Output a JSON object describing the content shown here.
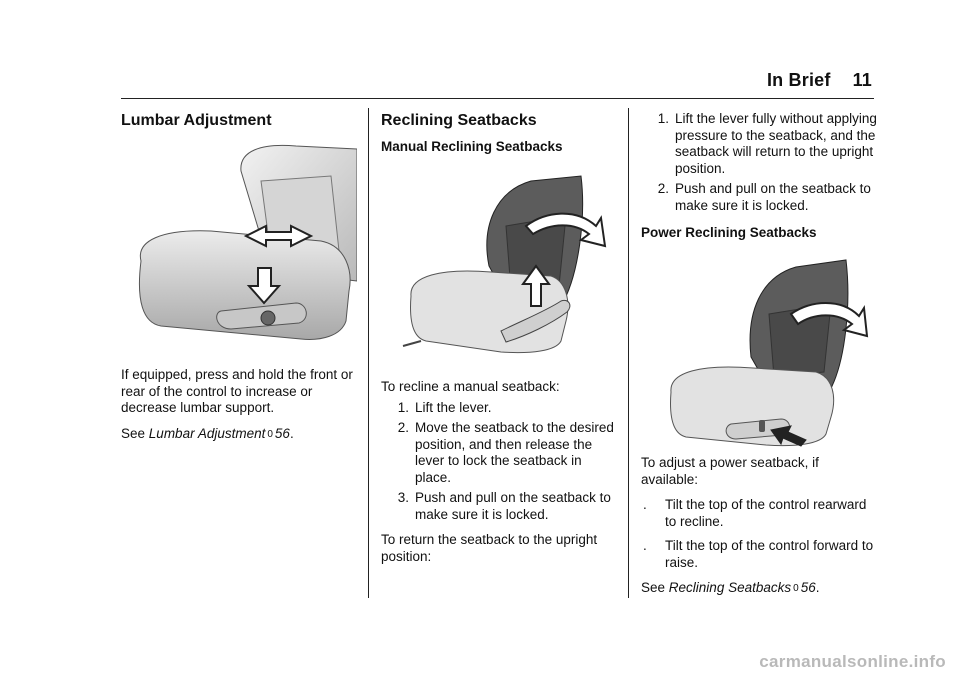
{
  "header": {
    "section": "In Brief",
    "page_number": "11"
  },
  "lumbar": {
    "heading": "Lumbar Adjustment",
    "figure_icon": "seat-lumbar-illustration",
    "body": "If equipped, press and hold the front or rear of the control to increase or decrease lumbar support.",
    "see_prefix": "See",
    "see_ref": "Lumbar Adjustment",
    "see_page": "56",
    "see_suffix": "."
  },
  "reclining": {
    "heading": "Reclining Seatbacks",
    "manual_heading": "Manual Reclining Seatbacks",
    "manual_figure_icon": "manual-recline-seat-illustration",
    "manual_intro": "To recline a manual seatback:",
    "manual_steps": [
      {
        "num": "1.",
        "text": "Lift the lever."
      },
      {
        "num": "2.",
        "text": "Move the seatback to the desired position, and then release the lever to lock the seatback in place."
      },
      {
        "num": "3.",
        "text": "Push and pull on the seatback to make sure it is locked."
      }
    ],
    "return_intro": "To return the seatback to the upright position:",
    "return_steps": [
      {
        "num": "1.",
        "text": "Lift the lever fully without applying pressure to the seatback, and the seatback will return to the upright position."
      },
      {
        "num": "2.",
        "text": "Push and pull on the seatback to make sure it is locked."
      }
    ],
    "power_heading": "Power Reclining Seatbacks",
    "power_figure_icon": "power-recline-seat-illustration",
    "power_intro": "To adjust a power seatback, if available:",
    "power_bullets": [
      {
        "dot": ".",
        "text": "Tilt the top of the control rearward to recline."
      },
      {
        "dot": ".",
        "text": "Tilt the top of the control forward to raise."
      }
    ],
    "see_prefix": "See",
    "see_ref": "Reclining Seatbacks",
    "see_page": "56",
    "see_suffix": "."
  },
  "xref_glyph": "0",
  "watermark": "carmanualsonline.info"
}
